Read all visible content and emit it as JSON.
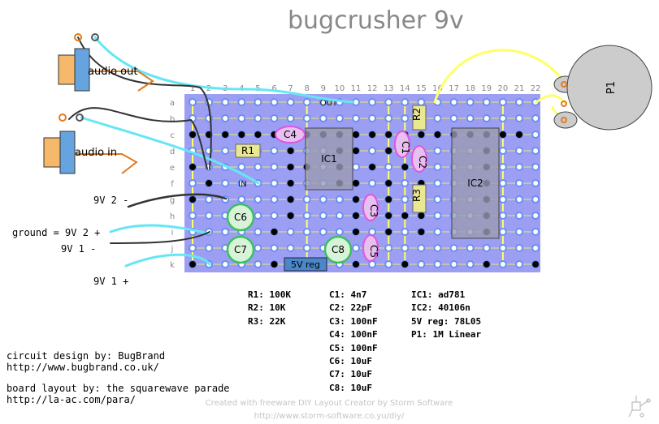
{
  "title": "bugcrusher 9v",
  "jacks": {
    "out_label": "audio out",
    "in_label": "audio in"
  },
  "pot_label": "P1",
  "board": {
    "columns": [
      "1",
      "2",
      "3",
      "4",
      "5",
      "6",
      "7",
      "8",
      "9",
      "10",
      "11",
      "12",
      "13",
      "14",
      "15",
      "16",
      "17",
      "18",
      "19",
      "20",
      "21",
      "22"
    ],
    "rows": [
      "a",
      "b",
      "c",
      "d",
      "e",
      "f",
      "g",
      "h",
      "i",
      "j",
      "k"
    ],
    "out_label": "OUT",
    "in_label": "IN"
  },
  "components": {
    "R1": "R1",
    "R2": "R2",
    "R3": "R3",
    "C1": "C1",
    "C2": "C2",
    "C3": "C3",
    "C4": "C4",
    "C5": "C5",
    "C6": "C6",
    "C7": "C7",
    "C8": "C8",
    "IC1": "IC1",
    "IC2": "IC2",
    "REG": "5V reg"
  },
  "power_labels": {
    "v9_2_minus": "9V 2 -",
    "ground": "ground =  9V 2 +",
    "v9_1_minus": "9V 1 -",
    "v9_1_plus": "9V 1 +"
  },
  "resistors": [
    "R1: 100K",
    "R2: 10K",
    "R3: 22K"
  ],
  "capacitors": [
    "C1: 4n7",
    "C2: 22pF",
    "C3: 100nF",
    "C4: 100nF",
    "C5: 100nF",
    "C6: 10uF",
    "C7: 10uF",
    "C8: 10uF"
  ],
  "ics": [
    "IC1: ad781",
    "IC2: 40106n",
    "5V reg: 78L05",
    "P1: 1M Linear"
  ],
  "credits": {
    "design_label": "circuit design by: BugBrand",
    "design_url": "http://www.bugbrand.co.uk/",
    "layout_label": "board layout by: the squarewave parade",
    "layout_url": "http://la-ac.com/para/"
  },
  "footer": {
    "line1": "Created with freeware DIY Layout Creator by Storm Software",
    "line2": "http://www.storm-software.co.yu/diy/"
  },
  "colors": {
    "board": "#9c9ef3",
    "trace": "#ffff66",
    "wire": "#66e6f5",
    "cap_film": "#e055e0",
    "cap_elec": "#3cbf60",
    "resistor": "#e8e890",
    "ic": "#9a9ab0",
    "regulator": "#4a86c8",
    "title": "#888888"
  }
}
